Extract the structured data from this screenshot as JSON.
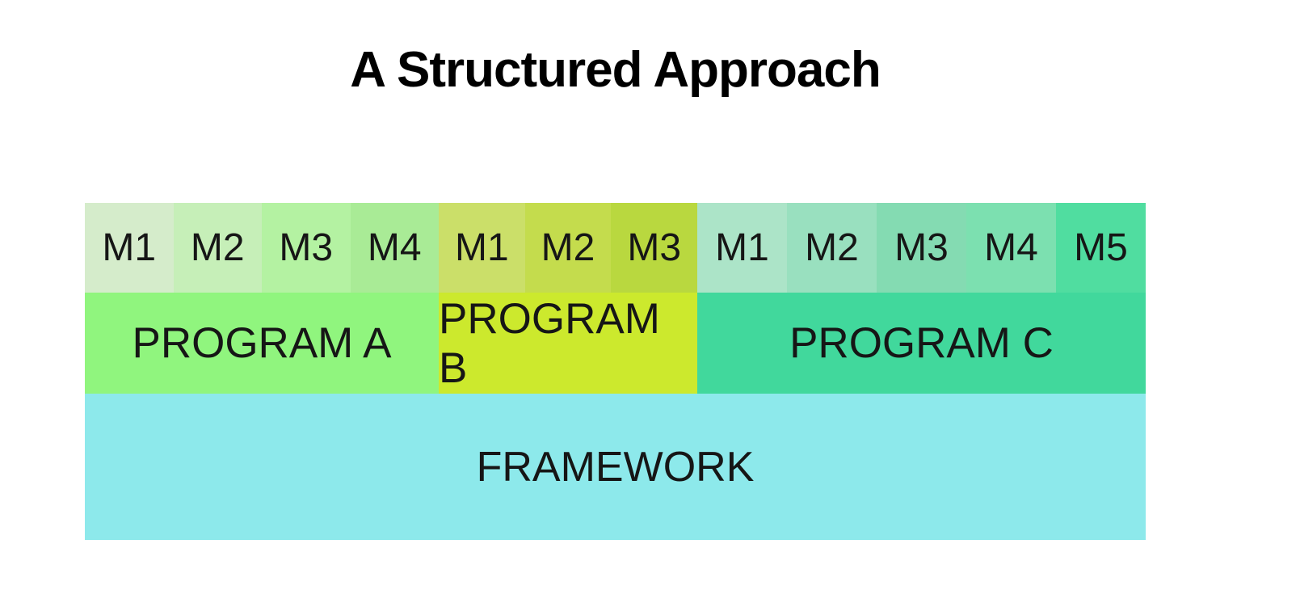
{
  "title": "A Structured Approach",
  "text_color": "#161616",
  "background": "#ffffff",
  "programs": [
    {
      "label": "PROGRAM A",
      "color": "#90F57E",
      "modules": [
        {
          "label": "M1",
          "color": "#D5ECCB"
        },
        {
          "label": "M2",
          "color": "#C6EFB8"
        },
        {
          "label": "M3",
          "color": "#B4F2A2"
        },
        {
          "label": "M4",
          "color": "#A9EB96"
        }
      ]
    },
    {
      "label": "PROGRAM B",
      "color": "#CCE92D",
      "modules": [
        {
          "label": "M1",
          "color": "#CBDF69"
        },
        {
          "label": "M2",
          "color": "#C4DC4D"
        },
        {
          "label": "M3",
          "color": "#B9D83F"
        }
      ]
    },
    {
      "label": "PROGRAM C",
      "color": "#41D89C",
      "modules": [
        {
          "label": "M1",
          "color": "#ACE4C8"
        },
        {
          "label": "M2",
          "color": "#99E0BF"
        },
        {
          "label": "M3",
          "color": "#84DBB2"
        },
        {
          "label": "M4",
          "color": "#7CE0B0"
        },
        {
          "label": "M5",
          "color": "#50DDA0"
        }
      ]
    }
  ],
  "framework": {
    "label": "FRAMEWORK",
    "color": "#8DE9EB"
  }
}
